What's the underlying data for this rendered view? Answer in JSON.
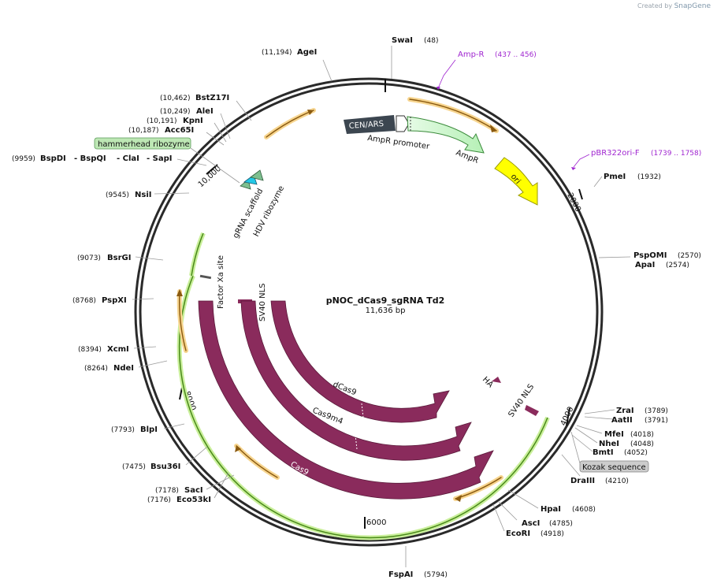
{
  "branding": {
    "prefix": "Created by",
    "name": "SnapGene"
  },
  "plasmid": {
    "name": "pNOC_dCas9_sgRNA Td2",
    "length": "11,636 bp"
  },
  "ticks": {
    "t2000": "2000",
    "t4000": "4000",
    "t6000": "6000",
    "t8000": "8000",
    "t10000": "10,000"
  },
  "enzymes": {
    "agei": {
      "name": "AgeI",
      "pos": "(11,194)"
    },
    "swai": {
      "name": "SwaI",
      "pos": "(48)"
    },
    "bstz17i": {
      "name": "BstZ17I",
      "pos": "(10,462)"
    },
    "alei": {
      "name": "AleI",
      "pos": "(10,249)"
    },
    "kpni": {
      "name": "KpnI",
      "pos": "(10,191)"
    },
    "acc65i": {
      "name": "Acc65I",
      "pos": "(10,187)"
    },
    "bspdi": {
      "name": "BspDI",
      "pos": "(9959)"
    },
    "bspqi": {
      "name": "BspQI"
    },
    "clai": {
      "name": "ClaI"
    },
    "sapi": {
      "name": "SapI"
    },
    "nsii": {
      "name": "NsiI",
      "pos": "(9545)"
    },
    "bsrgi": {
      "name": "BsrGI",
      "pos": "(9073)"
    },
    "pspxi": {
      "name": "PspXI",
      "pos": "(8768)"
    },
    "xcmi": {
      "name": "XcmI",
      "pos": "(8394)"
    },
    "ndei": {
      "name": "NdeI",
      "pos": "(8264)"
    },
    "blpi": {
      "name": "BlpI",
      "pos": "(7793)"
    },
    "bsu36i": {
      "name": "Bsu36I",
      "pos": "(7475)"
    },
    "saci": {
      "name": "SacI",
      "pos": "(7178)"
    },
    "eco53ki": {
      "name": "Eco53kI",
      "pos": "(7176)"
    },
    "fspai": {
      "name": "FspAI",
      "pos": "(5794)"
    },
    "ecori": {
      "name": "EcoRI",
      "pos": "(4918)"
    },
    "asci": {
      "name": "AscI",
      "pos": "(4785)"
    },
    "hpai": {
      "name": "HpaI",
      "pos": "(4608)"
    },
    "draiii": {
      "name": "DraIII",
      "pos": "(4210)"
    },
    "bmti": {
      "name": "BmtI",
      "pos": "(4052)"
    },
    "nhei": {
      "name": "NheI",
      "pos": "(4048)"
    },
    "mfei": {
      "name": "MfeI",
      "pos": "(4018)"
    },
    "aatii": {
      "name": "AatII",
      "pos": "(3791)"
    },
    "zrai": {
      "name": "ZraI",
      "pos": "(3789)"
    },
    "apai": {
      "name": "ApaI",
      "pos": "(2574)"
    },
    "pspomi": {
      "name": "PspOMI",
      "pos": "(2570)"
    },
    "pmei": {
      "name": "PmeI",
      "pos": "(1932)"
    }
  },
  "primers": {
    "ampr": {
      "name": "Amp-R",
      "pos": "(437 .. 456)"
    },
    "pbr322": {
      "name": "pBR322ori-F",
      "pos": "(1739 .. 1758)"
    }
  },
  "features": {
    "cen_ars": "CEN/ARS",
    "ampr_promoter": "AmpR promoter",
    "ampr": "AmpR",
    "ori": "ori",
    "hammerhead": "hammerhead ribozyme",
    "grna": "gRNA scaffold",
    "hdv": "HDV ribozyme",
    "factor_xa": "Factor Xa site",
    "sv40_nls_left": "SV40 NLS",
    "sv40_nls_right": "SV40 NLS",
    "ha": "HA",
    "dcas9": "dCas9",
    "cas9m4": "Cas9m4",
    "cas9": "Cas9",
    "kozak": "Kozak sequence"
  },
  "colors": {
    "backbone": "#2a2a2a",
    "cas": "#8a2b5c",
    "ampr": "#c8f7c8",
    "ori": "#ffff00",
    "cen": "#3c4650",
    "orange": "#d48a1c",
    "green_line": "#4a8a1a",
    "primer": "#a026d0"
  }
}
